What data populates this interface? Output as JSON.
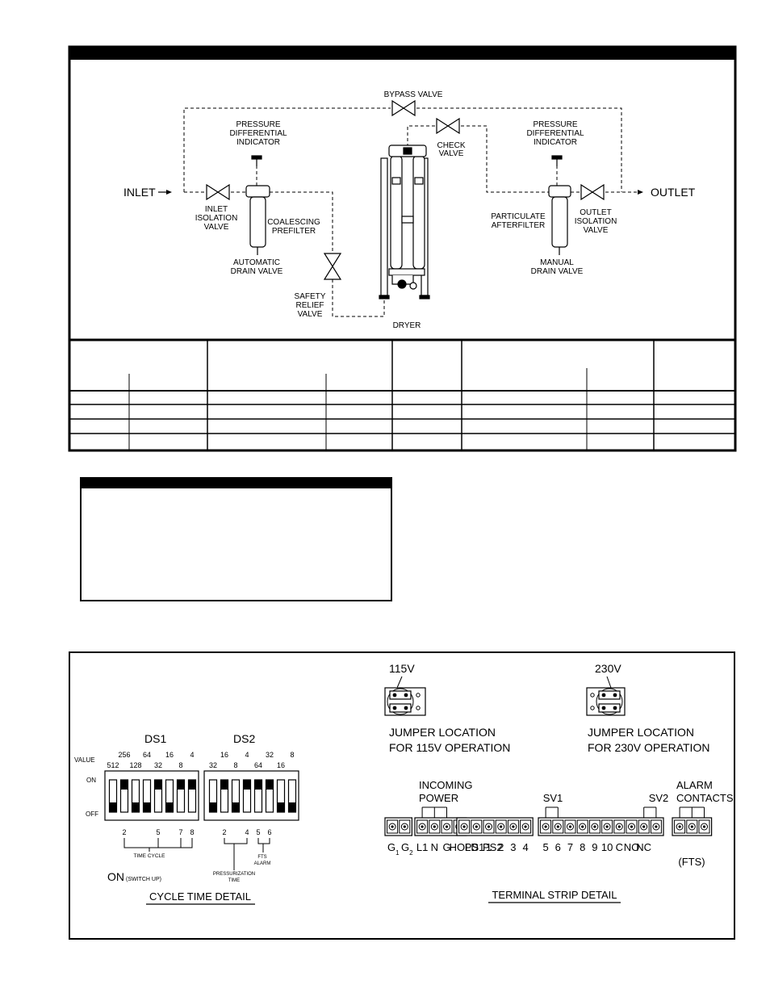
{
  "piping": {
    "inlet": "INLET",
    "outlet": "OUTLET",
    "bypass_valve": "BYPASS VALVE",
    "pdi_left": [
      "PRESSURE",
      "DIFFERENTIAL",
      "INDICATOR"
    ],
    "pdi_right": [
      "PRESSURE",
      "DIFFERENTIAL",
      "INDICATOR"
    ],
    "check_valve": [
      "CHECK",
      "VALVE"
    ],
    "inlet_isolation": [
      "INLET",
      "ISOLATION",
      "VALVE"
    ],
    "coalescing": [
      "COALESCING",
      "PREFILTER"
    ],
    "auto_drain": [
      "AUTOMATIC",
      "DRAIN VALVE"
    ],
    "safety_relief": [
      "SAFETY",
      "RELIEF",
      "VALVE"
    ],
    "dryer": "DRYER",
    "particulate": [
      "PARTICULATE",
      "AFTERFILTER"
    ],
    "outlet_isolation": [
      "OUTLET",
      "ISOLATION",
      "VALVE"
    ],
    "manual_drain": [
      "MANUAL",
      "DRAIN VALVE"
    ]
  },
  "cycle": {
    "title": "CYCLE TIME DETAIL",
    "ds1": "DS1",
    "ds2": "DS2",
    "value_label": "VALUE",
    "on_label": "ON",
    "off_label": "OFF",
    "ds1_values": [
      "512",
      "256",
      "128",
      "64",
      "32",
      "16",
      "8",
      "4"
    ],
    "ds2_values": [
      "32",
      "16",
      "8",
      "4",
      "64",
      "32",
      "16",
      "8"
    ],
    "ds1_on_switches": [
      2,
      5,
      7,
      8
    ],
    "ds2_on_switches": [
      2,
      4,
      5,
      6
    ],
    "ds1_marks": [
      "2",
      "5",
      "7",
      "8"
    ],
    "ds2_marks": [
      "2",
      "4",
      "5",
      "6"
    ],
    "time_cycle": "TIME CYCLE",
    "pressurization": [
      "PRESSURIZATION",
      "TIME"
    ],
    "fts_alarm": [
      "FTS",
      "ALARM"
    ],
    "on_switch_up_main": "ON",
    "on_switch_up_note": "(SWITCH UP)"
  },
  "terminal": {
    "title": "TERMINAL STRIP DETAIL",
    "v115": "115V",
    "v230": "230V",
    "jumper_115": [
      "JUMPER LOCATION",
      "FOR 115V OPERATION"
    ],
    "jumper_230": [
      "JUMPER LOCATION",
      "FOR 230V OPERATION"
    ],
    "incoming_power": [
      "INCOMING",
      "POWER"
    ],
    "sv1": "SV1",
    "sv2": "SV2",
    "alarm_contacts": [
      "ALARM",
      "CONTACTS"
    ],
    "g1_base": "G",
    "g1_sub": "1",
    "g2_base": "G",
    "g2_sub": "2",
    "row_labels": [
      "L1",
      "N",
      "G",
      "HOLD",
      "PS1",
      "PS2",
      "1",
      "2",
      "3",
      "4",
      "5",
      "6",
      "7",
      "8",
      "9",
      "10",
      "C",
      "NO",
      "NC"
    ],
    "fts": "(FTS)"
  },
  "colors": {
    "ink": "#000000",
    "paper": "#ffffff"
  }
}
